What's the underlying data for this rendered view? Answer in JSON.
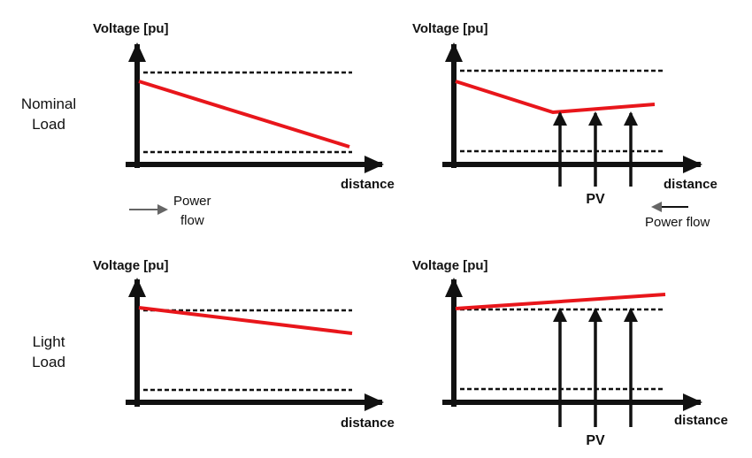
{
  "row_labels": {
    "nominal": [
      "Nominal",
      "Load"
    ],
    "light": [
      "Light",
      "Load"
    ]
  },
  "panels": {
    "nominal_no_pv": {
      "y_axis_label": "Voltage [pu]",
      "x_axis_label": "distance",
      "flow_label": [
        "Power",
        "flow"
      ]
    },
    "nominal_pv": {
      "y_axis_label": "Voltage [pu]",
      "x_axis_label": "distance",
      "pv_label": "PV",
      "flow_label": "Power flow"
    },
    "light_no_pv": {
      "y_axis_label": "Voltage [pu]",
      "x_axis_label": "distance"
    },
    "light_pv": {
      "y_axis_label": "Voltage [pu]",
      "x_axis_label": "distance",
      "pv_label": "PV"
    }
  },
  "colors": {
    "voltage_line": "#e8161b",
    "axes": "#111111",
    "limits": "#111111",
    "flow_arrow": "#777777"
  }
}
